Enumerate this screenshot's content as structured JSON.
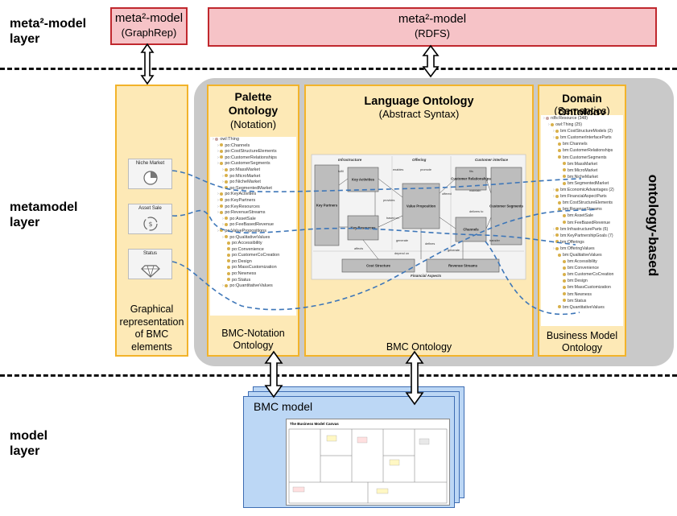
{
  "layers": {
    "meta2": [
      "meta²-model",
      "layer"
    ],
    "metamodel": [
      "metamodel",
      "layer"
    ],
    "model": [
      "model",
      "layer"
    ]
  },
  "meta2_graphrep": {
    "title": "meta²-model",
    "subtitle": "(GraphRep)"
  },
  "meta2_rdfs": {
    "title": "meta²-model",
    "subtitle": "(RDFS)"
  },
  "graphical": {
    "cards": [
      {
        "label": "Niche Market",
        "icon": "pie-chart-icon"
      },
      {
        "label": "Asset Sale",
        "icon": "coin-cycle-icon"
      },
      {
        "label": "Status",
        "icon": "diamond-icon"
      }
    ],
    "caption": [
      "Graphical",
      "representation",
      "of BMC",
      "elements"
    ]
  },
  "palette": {
    "title": [
      "Palette",
      "Ontology"
    ],
    "subtitle": "(Notation)",
    "footer": [
      "BMC-Notation",
      "Ontology"
    ],
    "tree": [
      {
        "d": 0,
        "t": "owl:Thing",
        "root": true
      },
      {
        "d": 1,
        "t": "po:Channels"
      },
      {
        "d": 1,
        "t": "po:CostStructureElements"
      },
      {
        "d": 1,
        "t": "po:CustomerRelationships"
      },
      {
        "d": 1,
        "t": "po:CustomerSegments"
      },
      {
        "d": 2,
        "t": "po:MassMarket"
      },
      {
        "d": 2,
        "t": "po:MicroMarket"
      },
      {
        "d": 2,
        "t": "po:NicheMarket"
      },
      {
        "d": 2,
        "t": "po:SegmentedMarket"
      },
      {
        "d": 1,
        "t": "po:KeyActivities"
      },
      {
        "d": 1,
        "t": "po:KeyPartners"
      },
      {
        "d": 1,
        "t": "po:KeyResources"
      },
      {
        "d": 1,
        "t": "po:RevenueStreams"
      },
      {
        "d": 2,
        "t": "po:AssetSale"
      },
      {
        "d": 2,
        "t": "po:FeeBasedRevenue"
      },
      {
        "d": 1,
        "t": "po:ValuePropositions"
      },
      {
        "d": 2,
        "t": "po:QualitativeValues"
      },
      {
        "d": 3,
        "t": "po:Accessibility"
      },
      {
        "d": 3,
        "t": "po:Convenience"
      },
      {
        "d": 3,
        "t": "po:CustomerCoCreation"
      },
      {
        "d": 3,
        "t": "po:Design"
      },
      {
        "d": 3,
        "t": "po:MassCustomization"
      },
      {
        "d": 3,
        "t": "po:Newness"
      },
      {
        "d": 3,
        "t": "po:Status"
      },
      {
        "d": 2,
        "t": "po:QuantitativeValues"
      }
    ]
  },
  "language": {
    "title": "Language Ontology",
    "subtitle": "(Abstract Syntax)",
    "footer": "BMC Ontology",
    "sections": [
      "Infrastructure",
      "Offering",
      "Customer interface",
      "Financial Aspects"
    ],
    "nodes": [
      "Key Partners",
      "Key Activities",
      "Key Resources",
      "Value Proposition",
      "Customer Relationships",
      "Channels",
      "Customer Segments",
      "Cost Structure",
      "Revenue Streams"
    ],
    "edges": [
      "fulfil",
      "enables",
      "promote",
      "offered",
      "fits",
      "maintain",
      "delivers to",
      "provides",
      "generate",
      "based on",
      "defines",
      "transfer",
      "affects",
      "generate",
      "depend on"
    ]
  },
  "domain": {
    "title": "Domain Ontology",
    "subtitle": "(Semantics)",
    "footer": [
      "Business Model",
      "Ontology"
    ],
    "tree": [
      {
        "d": 0,
        "t": "rdfs:Resource (348)",
        "root": true
      },
      {
        "d": 1,
        "t": "owl:Thing (25)"
      },
      {
        "d": 2,
        "t": "bm:CostStructureModels (2)"
      },
      {
        "d": 2,
        "t": "bm:CustomerInterfaceParts"
      },
      {
        "d": 3,
        "t": "bm:Channels"
      },
      {
        "d": 3,
        "t": "bm:CustomerRelationships"
      },
      {
        "d": 3,
        "t": "bm:CustomerSegments"
      },
      {
        "d": 4,
        "t": "bm:MassMarket"
      },
      {
        "d": 4,
        "t": "bm:MicroMarket"
      },
      {
        "d": 4,
        "t": "bm:NicheMarket"
      },
      {
        "d": 4,
        "t": "bm:SegmentedMarket"
      },
      {
        "d": 2,
        "t": "bm:EconomicAdvantages (2)"
      },
      {
        "d": 2,
        "t": "bm:FinancialAspectParts"
      },
      {
        "d": 3,
        "t": "bm:CostStructureElements"
      },
      {
        "d": 3,
        "t": "bm:RevenueStreams"
      },
      {
        "d": 4,
        "t": "bm:AssetSale"
      },
      {
        "d": 4,
        "t": "bm:FeeBasedRevenue"
      },
      {
        "d": 2,
        "t": "bm:InfrastructureParts (6)"
      },
      {
        "d": 2,
        "t": "bm:KeyPartnershipGoals (7)"
      },
      {
        "d": 2,
        "t": "bm:Offerings"
      },
      {
        "d": 2,
        "t": "bm:OfferingValues"
      },
      {
        "d": 3,
        "t": "bm:QualitativeValues"
      },
      {
        "d": 4,
        "t": "bm:Accessibility"
      },
      {
        "d": 4,
        "t": "bm:Convenience"
      },
      {
        "d": 4,
        "t": "bm:CustomerCoCreation"
      },
      {
        "d": 4,
        "t": "bm:Design"
      },
      {
        "d": 4,
        "t": "bm:MassCustomization"
      },
      {
        "d": 4,
        "t": "bm:Newness"
      },
      {
        "d": 4,
        "t": "bm:Status"
      },
      {
        "d": 3,
        "t": "bm:QuantitativeValues"
      }
    ]
  },
  "ontology_based": "ontology-based",
  "bmc_model": {
    "title": "BMC model",
    "canvas_title": "The Business Model Canvas"
  },
  "colors": {
    "meta2_fill": "#f6c3c7",
    "meta2_border": "#c0282e",
    "ontology_fill": "#fde9b6",
    "ontology_border": "#f2b32a",
    "panel": "#c9c9c9",
    "bmc_fill": "#bcd7f5",
    "link_dash": "#3d76b8"
  }
}
